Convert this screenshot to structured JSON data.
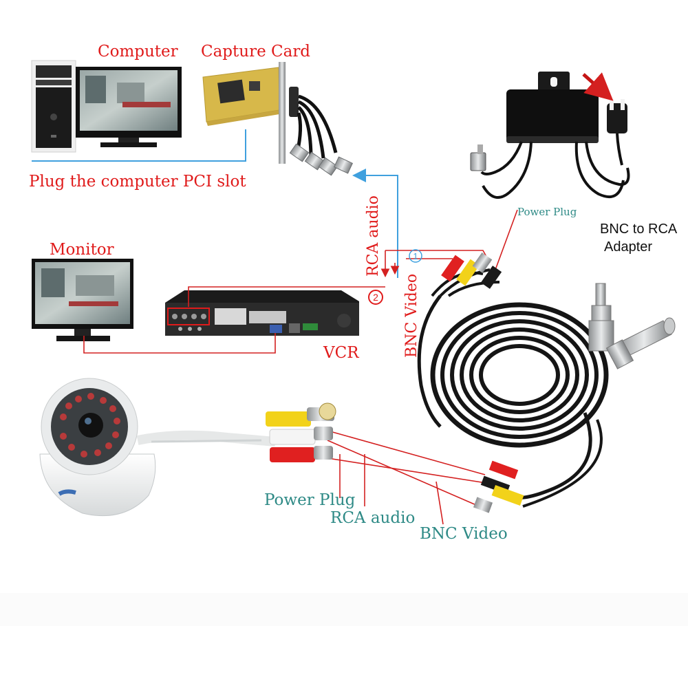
{
  "labels": {
    "computer": "Computer",
    "capture_card": "Capture Card",
    "pci_slot": "Plug the computer PCI slot",
    "monitor": "Monitor",
    "vcr": "VCR",
    "rca_audio_vertical": "RCA audio",
    "bnc_video_vertical": "BNC Video",
    "step_1": "1",
    "step_2": "2",
    "power_plug_top": "Power Plug",
    "adapter_line1": "BNC to RCA",
    "adapter_line2": "Adapter",
    "power_plug_bottom": "Power Plug",
    "rca_audio_bottom": "RCA audio",
    "bnc_video_bottom": "BNC Video"
  },
  "colors": {
    "red_text": "#e01b1b",
    "teal_text": "#2e8a86",
    "connector_blue": "#3fa0de",
    "connector_red": "#d42020",
    "cable_black": "#151515",
    "plug_yellow": "#f2d21a",
    "plug_red": "#e02020",
    "pcb_yellow": "#d7b84a"
  },
  "icons": [
    "computer-tower-icon",
    "lcd-monitor-icon",
    "capture-card-icon",
    "power-adapter-icon",
    "ac-plug-icon",
    "dvr-icon",
    "dome-camera-icon",
    "cable-coil-icon",
    "bnc-rca-adapter-icon"
  ]
}
